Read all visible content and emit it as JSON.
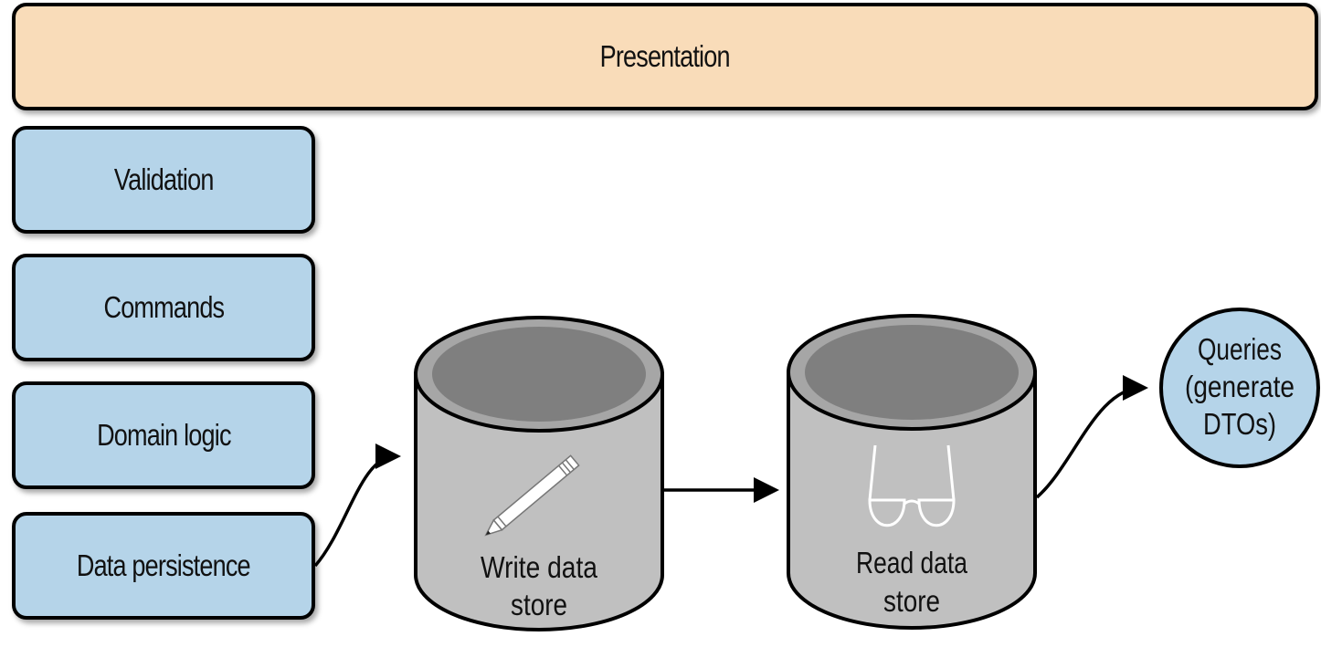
{
  "diagram": {
    "presentation": {
      "label": "Presentation",
      "color": "#f9dcb9"
    },
    "layers": [
      {
        "label": "Validation"
      },
      {
        "label": "Commands"
      },
      {
        "label": "Domain logic"
      },
      {
        "label": "Data persistence"
      }
    ],
    "layer_color": "#b5d4e9",
    "stores": {
      "write": {
        "line1": "Write data",
        "line2": "store",
        "icon": "pencil-icon"
      },
      "read": {
        "line1": "Read data",
        "line2": "store",
        "icon": "glasses-icon"
      }
    },
    "store_colors": {
      "body": "#c0c0c0",
      "rim": "#a6a6a6",
      "top": "#7f7f7f"
    },
    "queries": {
      "line1": "Queries",
      "line2": "(generate",
      "line3": "DTOs)",
      "color": "#b5d4e9"
    },
    "edges": [
      {
        "from": "Data persistence",
        "to": "Write data store"
      },
      {
        "from": "Write data store",
        "to": "Read data store"
      },
      {
        "from": "Read data store",
        "to": "Queries (generate DTOs)"
      }
    ]
  }
}
